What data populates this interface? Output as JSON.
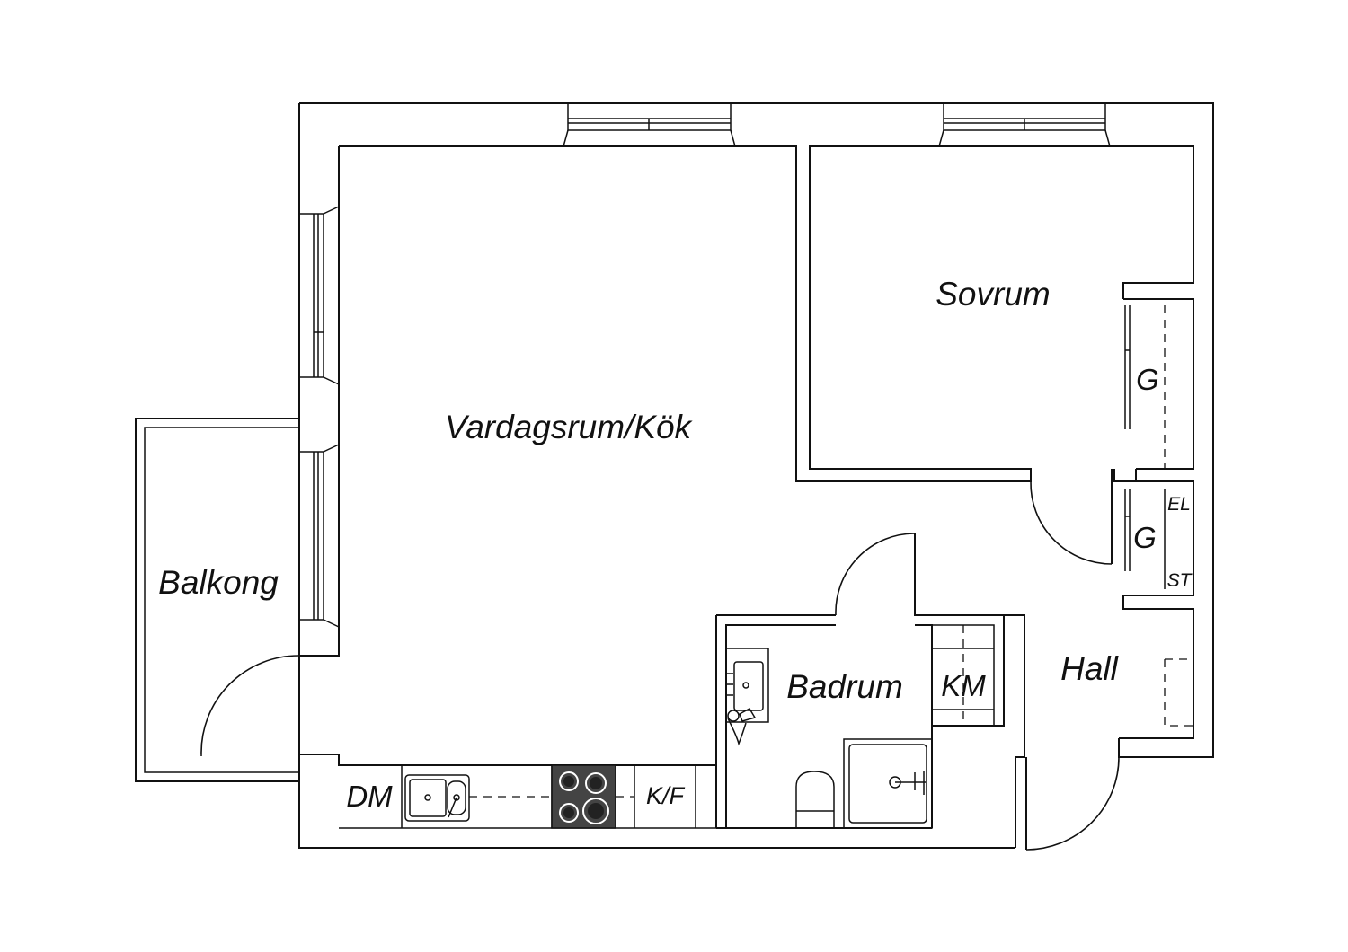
{
  "rooms": {
    "living_kitchen": "Vardagsrum/Kök",
    "bedroom": "Sovrum",
    "balcony": "Balkong",
    "bathroom": "Badrum",
    "hall": "Hall"
  },
  "fixtures": {
    "wardrobe_bedroom": "G",
    "wardrobe_hall": "G",
    "electric_panel": "EL",
    "storage": "ST",
    "washing_machine": "KM",
    "dishwasher": "DM",
    "fridge_freezer": "K/F"
  },
  "colors": {
    "line": "#111111",
    "background": "#ffffff",
    "stove": "#444444"
  }
}
